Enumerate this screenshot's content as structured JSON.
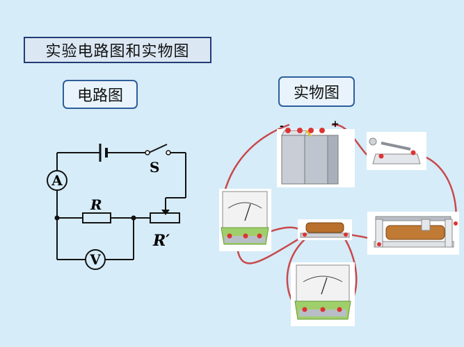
{
  "title": "实验电路图和实物图",
  "circuit_label": "电路图",
  "photo_label": "实物图",
  "symbols": {
    "ammeter": "A",
    "voltmeter": "V",
    "switch": "S",
    "resistor": "R",
    "rheostat": "R′"
  },
  "battery_signs": {
    "neg": "-",
    "pos": "+"
  },
  "colors": {
    "wire": "#c8484a",
    "background": "#d6ecf8",
    "title_border": "#223a74"
  },
  "components": [
    {
      "name": "battery-pack-photo"
    },
    {
      "name": "knife-switch-photo"
    },
    {
      "name": "ammeter-photo"
    },
    {
      "name": "resistor-photo"
    },
    {
      "name": "rheostat-photo"
    },
    {
      "name": "voltmeter-photo"
    }
  ]
}
